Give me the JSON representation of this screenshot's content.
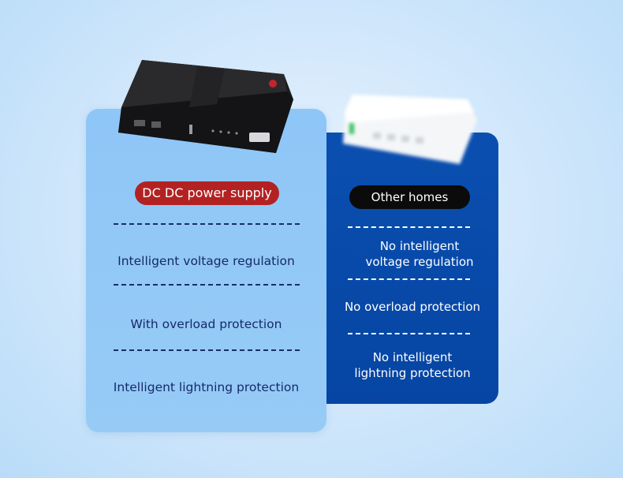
{
  "left_column": {
    "badge": "DC DC power supply",
    "features": [
      "Intelligent voltage regulation",
      "With overload protection",
      "Intelligent lightning protection"
    ]
  },
  "right_column": {
    "badge": "Other homes",
    "features": [
      "No intelligent voltage regulation",
      "No overload protection",
      "No intelligent lightning protection"
    ]
  },
  "colors": {
    "left_badge": "#b32222",
    "right_badge": "#0b0b0b",
    "right_panel": "#0a4fb0",
    "left_panel": "#8ec6f7"
  },
  "images": {
    "left_product": "black-dc-ups-device",
    "right_product": "white-router-device"
  }
}
